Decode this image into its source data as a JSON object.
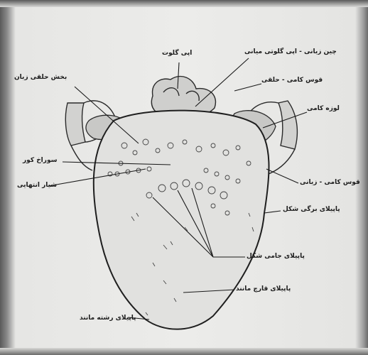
{
  "labels": {
    "epiglottis": "اپی گلوت",
    "glosso_epiglottic_fold": "چین زبانی - اپی گلوتی میانی",
    "palatopharyngeal_arch": "قوس کامی - حلقی",
    "palatine_tonsil": "لوزه کامی",
    "palatoglossal_arch": "قوس کامی - زبانی",
    "foliate_papillae": "پاپیلای برگی شکل",
    "vallate_papillae": "پاپیلای جامی شکل",
    "fungiform_papillae": "پاپیلای قارچ مانند",
    "filiform_papillae": "پاپیلای رشته مانند",
    "pharyngeal_part": "بخش حلقی زبان",
    "foramen_cecum": "سوراخ کور",
    "terminal_sulcus": "شیار انتهایی"
  }
}
